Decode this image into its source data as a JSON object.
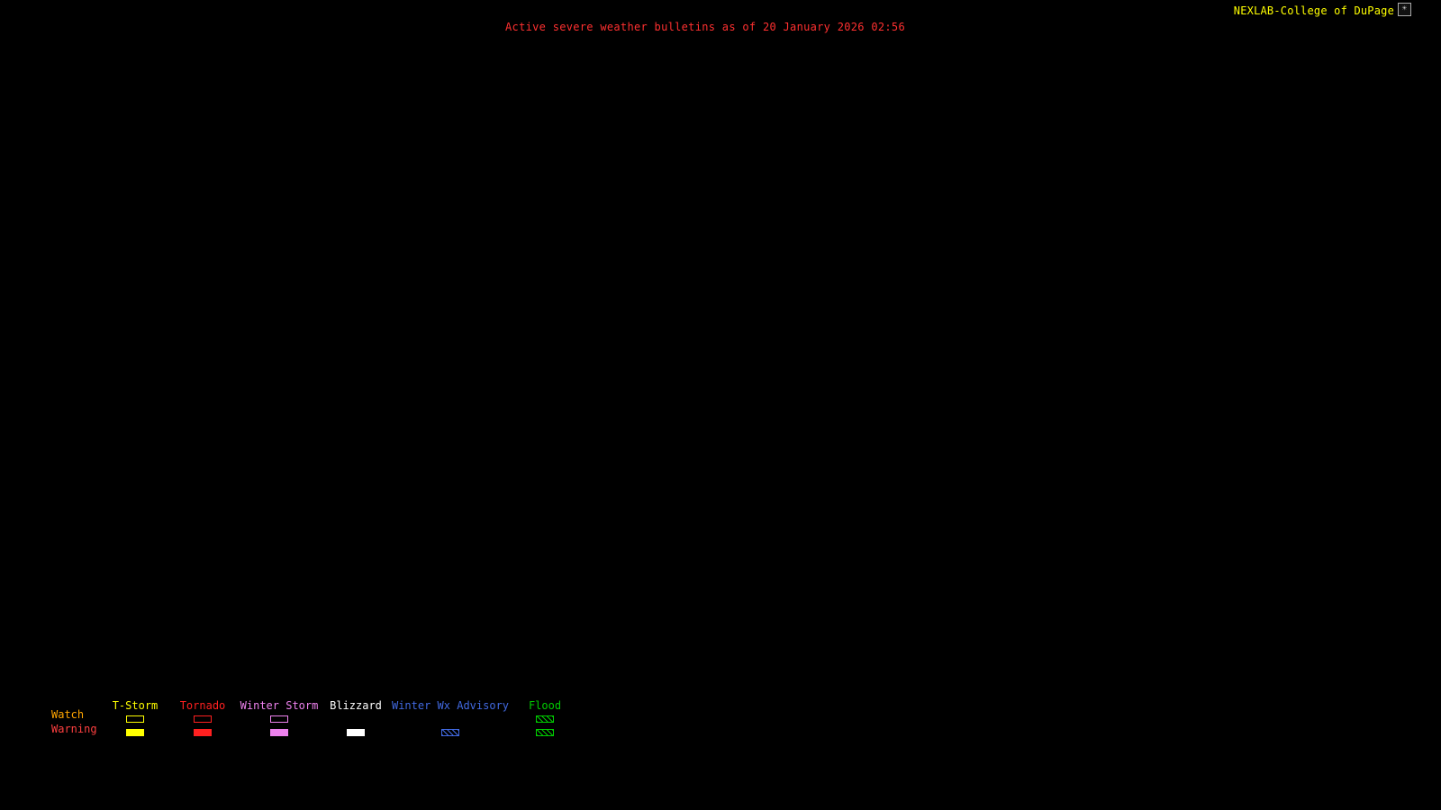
{
  "header": {
    "title": "Active severe weather bulletins as of 20 January 2026 02:56",
    "title_color": "#ff3030",
    "brand": "NEXLAB-College of DuPage",
    "brand_color": "#ffff00",
    "site_icon": "logo-icon",
    "site_icon_glyph": "☀"
  },
  "legend": {
    "watch_row_label": "Watch",
    "warning_row_label": "Warning",
    "watch_label_color": "#ffa500",
    "warning_label_color": "#ff4040",
    "categories": [
      {
        "label": "T-Storm",
        "color": "#ffff00",
        "watch": "outline",
        "warning": "filled"
      },
      {
        "label": "Tornado",
        "color": "#ff2020",
        "watch": "outline",
        "warning": "filled"
      },
      {
        "label": "Winter Storm",
        "color": "#ee82ee",
        "watch": "outline",
        "warning": "filled"
      },
      {
        "label": "Blizzard",
        "color": "#ffffff",
        "watch": "none",
        "warning": "filled"
      },
      {
        "label": "Winter Wx Advisory",
        "color": "#4169e1",
        "watch": "none",
        "warning": "hatched"
      },
      {
        "label": "Flood",
        "color": "#00cc00",
        "watch": "hatched",
        "warning": "hatched"
      }
    ]
  }
}
